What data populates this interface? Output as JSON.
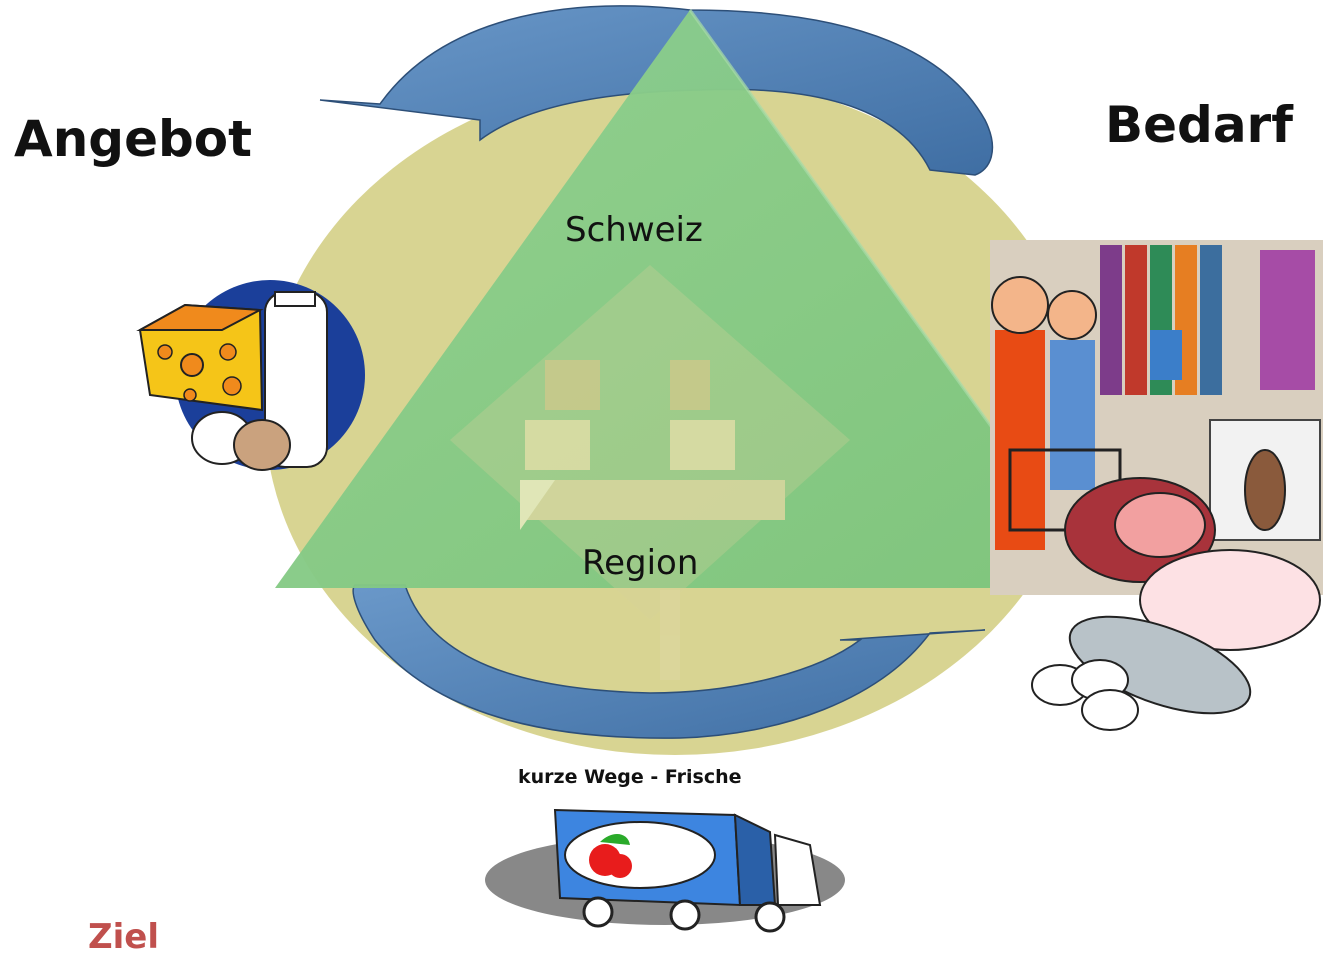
{
  "diagram": {
    "left_label": "Angebot",
    "right_label": "Bedarf",
    "triangle_top_label": "Schweiz",
    "triangle_bottom_label": "Region",
    "transport_label": "kurze Wege - Frische",
    "footer_partial_label": "Ziel"
  },
  "colors": {
    "ellipse": "#d4cf86",
    "triangle": "#87c987",
    "arrows": "#5a86b8",
    "footer_text": "#c0504d"
  },
  "icons": {
    "supply": "dairy-products-icon",
    "demand": "grocery-shopping-icon",
    "transport": "delivery-truck-icon"
  }
}
